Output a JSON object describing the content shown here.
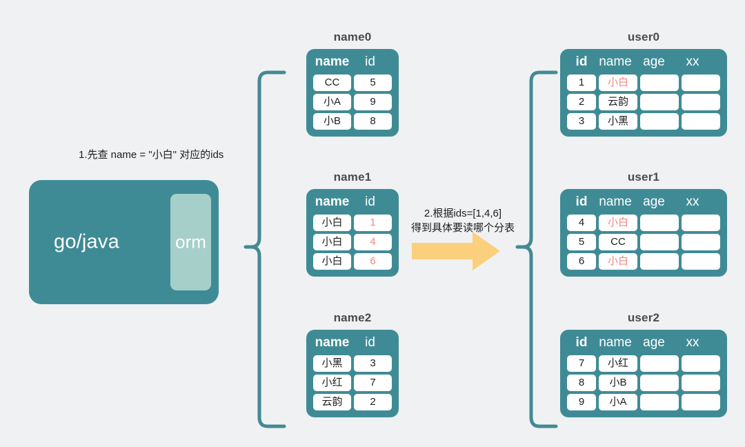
{
  "colors": {
    "background": "#eff1f3",
    "teal": "#3f8b95",
    "teal_light": "#a6cfca",
    "highlight": "#f0867f",
    "arrow": "#fbcf7c",
    "title_text": "#4a4a4a",
    "cell_bg": "#ffffff"
  },
  "app": {
    "label": "go/java",
    "module_label": "orm"
  },
  "annotations": {
    "step1": "1.先查 name = \"小白\" 对应的ids",
    "step2_line1": "2.根据ids=[1,4,6]",
    "step2_line2": "得到具体要读哪个分表"
  },
  "name_tables": [
    {
      "title": "name0",
      "headers": [
        "name",
        "id"
      ],
      "rows": [
        [
          {
            "text": "CC",
            "highlight": false
          },
          {
            "text": "5",
            "highlight": false
          }
        ],
        [
          {
            "text": "小A",
            "highlight": false
          },
          {
            "text": "9",
            "highlight": false
          }
        ],
        [
          {
            "text": "小B",
            "highlight": false
          },
          {
            "text": "8",
            "highlight": false
          }
        ]
      ]
    },
    {
      "title": "name1",
      "headers": [
        "name",
        "id"
      ],
      "rows": [
        [
          {
            "text": "小白",
            "highlight": false
          },
          {
            "text": "1",
            "highlight": true
          }
        ],
        [
          {
            "text": "小白",
            "highlight": false
          },
          {
            "text": "4",
            "highlight": true
          }
        ],
        [
          {
            "text": "小白",
            "highlight": false
          },
          {
            "text": "6",
            "highlight": true
          }
        ]
      ]
    },
    {
      "title": "name2",
      "headers": [
        "name",
        "id"
      ],
      "rows": [
        [
          {
            "text": "小黑",
            "highlight": false
          },
          {
            "text": "3",
            "highlight": false
          }
        ],
        [
          {
            "text": "小红",
            "highlight": false
          },
          {
            "text": "7",
            "highlight": false
          }
        ],
        [
          {
            "text": "云韵",
            "highlight": false
          },
          {
            "text": "2",
            "highlight": false
          }
        ]
      ]
    }
  ],
  "user_tables": [
    {
      "title": "user0",
      "headers": [
        "id",
        "name",
        "age",
        "xx"
      ],
      "rows": [
        [
          {
            "text": "1",
            "highlight": false
          },
          {
            "text": "小白",
            "highlight": true
          },
          {
            "text": "",
            "highlight": false
          },
          {
            "text": "",
            "highlight": false
          }
        ],
        [
          {
            "text": "2",
            "highlight": false
          },
          {
            "text": "云韵",
            "highlight": false
          },
          {
            "text": "",
            "highlight": false
          },
          {
            "text": "",
            "highlight": false
          }
        ],
        [
          {
            "text": "3",
            "highlight": false
          },
          {
            "text": "小黑",
            "highlight": false
          },
          {
            "text": "",
            "highlight": false
          },
          {
            "text": "",
            "highlight": false
          }
        ]
      ]
    },
    {
      "title": "user1",
      "headers": [
        "id",
        "name",
        "age",
        "xx"
      ],
      "rows": [
        [
          {
            "text": "4",
            "highlight": false
          },
          {
            "text": "小白",
            "highlight": true
          },
          {
            "text": "",
            "highlight": false
          },
          {
            "text": "",
            "highlight": false
          }
        ],
        [
          {
            "text": "5",
            "highlight": false
          },
          {
            "text": "CC",
            "highlight": false
          },
          {
            "text": "",
            "highlight": false
          },
          {
            "text": "",
            "highlight": false
          }
        ],
        [
          {
            "text": "6",
            "highlight": false
          },
          {
            "text": "小白",
            "highlight": true
          },
          {
            "text": "",
            "highlight": false
          },
          {
            "text": "",
            "highlight": false
          }
        ]
      ]
    },
    {
      "title": "user2",
      "headers": [
        "id",
        "name",
        "age",
        "xx"
      ],
      "rows": [
        [
          {
            "text": "7",
            "highlight": false
          },
          {
            "text": "小红",
            "highlight": false
          },
          {
            "text": "",
            "highlight": false
          },
          {
            "text": "",
            "highlight": false
          }
        ],
        [
          {
            "text": "8",
            "highlight": false
          },
          {
            "text": "小B",
            "highlight": false
          },
          {
            "text": "",
            "highlight": false
          },
          {
            "text": "",
            "highlight": false
          }
        ],
        [
          {
            "text": "9",
            "highlight": false
          },
          {
            "text": "小A",
            "highlight": false
          },
          {
            "text": "",
            "highlight": false
          },
          {
            "text": "",
            "highlight": false
          }
        ]
      ]
    }
  ]
}
